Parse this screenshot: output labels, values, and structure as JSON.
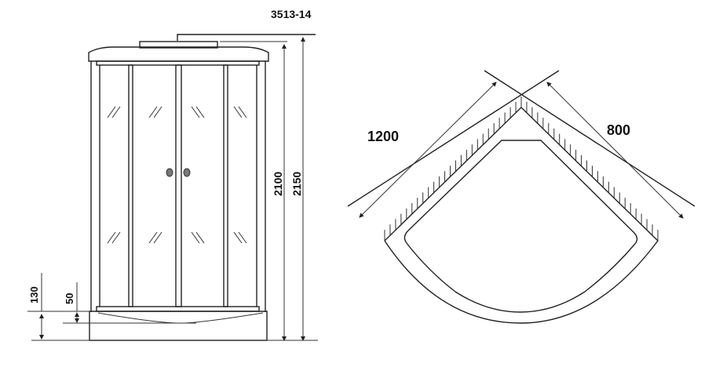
{
  "model": "3513-14",
  "front_view": {
    "height_total": "2150",
    "height_cabin": "2100",
    "tray_height": "130",
    "step_height": "50"
  },
  "plan_view": {
    "side_left": "1200",
    "side_right": "800"
  },
  "colors": {
    "line": "#222222",
    "handle": "#777777",
    "background": "#ffffff"
  }
}
